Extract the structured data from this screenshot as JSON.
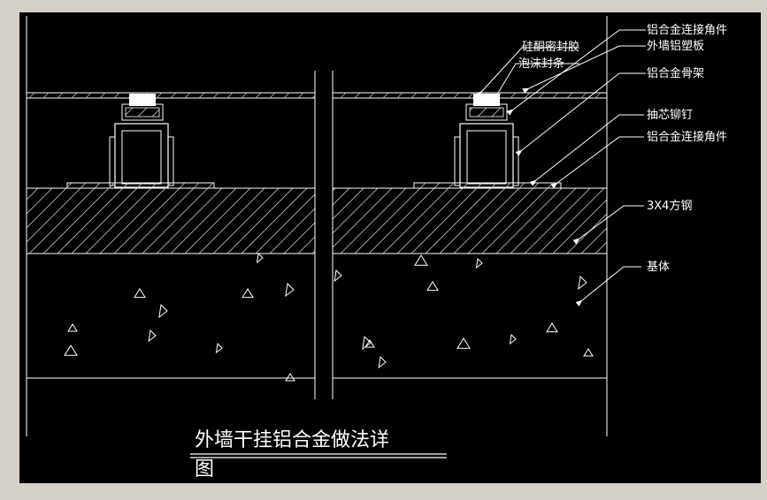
{
  "colors": {
    "background": "#000000",
    "frame": "#d4d0c8",
    "line": "#ffffff",
    "hatch": "#bfbfbf",
    "text": "#ffffff"
  },
  "labels": {
    "silicone_sealant": "硅酮密封胶",
    "foam_strip": "泡沫封条",
    "al_connector_top": "铝合金连接角件",
    "al_plastic_panel": "外墙铝塑板",
    "al_frame": "铝合金骨架",
    "blind_rivet": "抽芯铆钉",
    "al_connector_bottom": "铝合金连接角件",
    "square_steel": "3X4方钢",
    "substrate": "基体"
  },
  "title": {
    "line1": "外墙干挂铝合金做法详",
    "line2": "图"
  }
}
